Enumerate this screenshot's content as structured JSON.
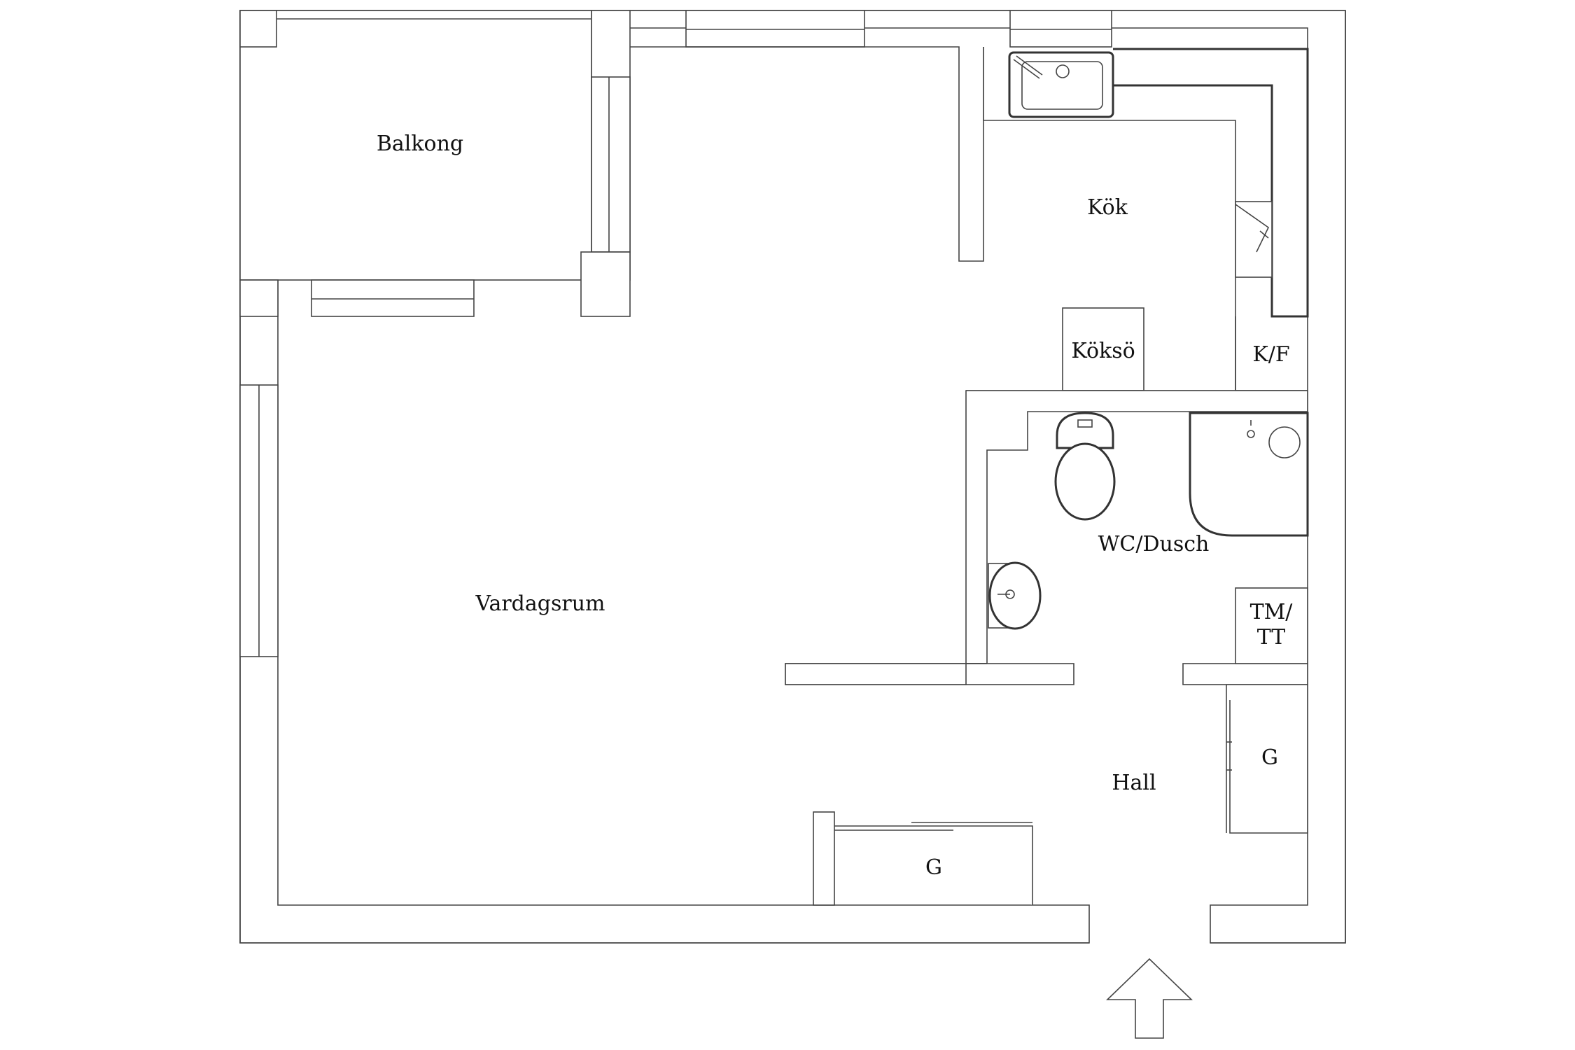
{
  "rooms": {
    "balkong": "Balkong",
    "kok": "Kök",
    "koksoe": "Köksö",
    "kf": "K/F",
    "wc_dusch": "WC/Dusch",
    "tm_tt_line1": "TM/",
    "tm_tt_line2": "TT",
    "vardagsrum": "Vardagsrum",
    "hall": "Hall",
    "g_hall": "G",
    "g_living": "G"
  },
  "colors": {
    "line": "#444444",
    "background": "#ffffff",
    "text": "#111111"
  },
  "icons": [
    "kitchen-sink-icon",
    "toilet-icon",
    "washbasin-icon",
    "shower-drain-icon",
    "entrance-arrow-icon"
  ]
}
